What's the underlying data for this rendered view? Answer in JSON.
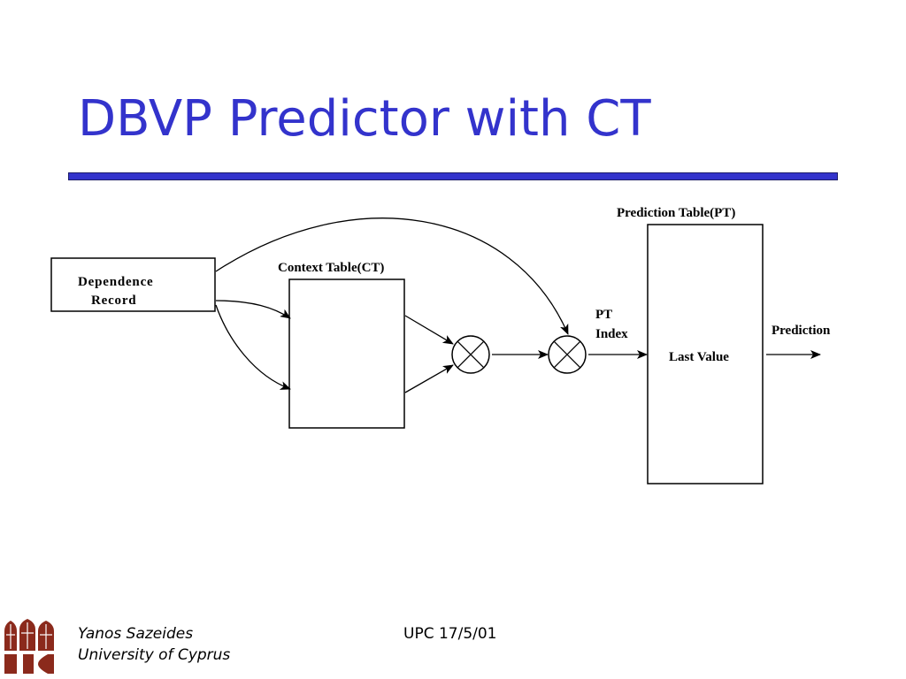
{
  "slide": {
    "title": "DBVP Predictor with CT",
    "title_color": "#3333cc",
    "rule_color": "#3333cc"
  },
  "diagram": {
    "dependence_record": {
      "line1": "Dependence",
      "line2": "Record"
    },
    "context_table": {
      "label": "Context Table(CT)"
    },
    "pt_index": {
      "line1": "PT",
      "line2": "Index"
    },
    "prediction_table": {
      "label": "Prediction Table(PT)",
      "content": "Last Value"
    },
    "output": {
      "label": "Prediction"
    }
  },
  "footer": {
    "author": "Yanos Sazeides",
    "affiliation": "University of Cyprus",
    "event": "UPC 17/5/01",
    "logo_color": "#8b2a1c"
  }
}
